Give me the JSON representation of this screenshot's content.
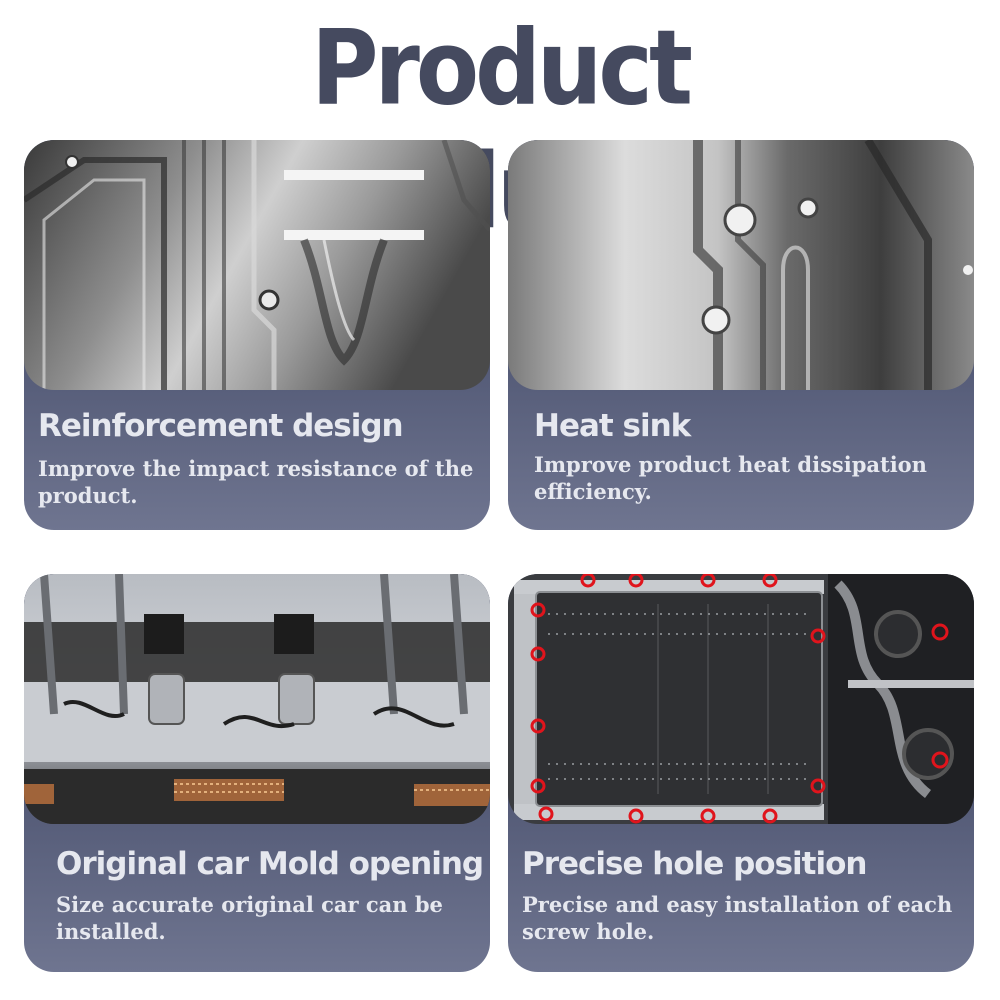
{
  "header": {
    "title": "Product Introduction"
  },
  "features": [
    {
      "title": "Reinforcement design",
      "description": "Improve the impact resistance of the product."
    },
    {
      "title": "Heat sink",
      "description": "Improve product heat dissipation efficiency."
    },
    {
      "title": "Original car Mold opening",
      "description": "Size accurate original car can be installed."
    },
    {
      "title": "Precise hole position",
      "description": "Precise and easy installation of each screw hole."
    }
  ],
  "colors": {
    "title": "#454a5f",
    "card_top": "#2a304c",
    "card_bottom": "#6f7590",
    "card_text": "#e6e8ef",
    "hole_marker": "#e0141c"
  }
}
